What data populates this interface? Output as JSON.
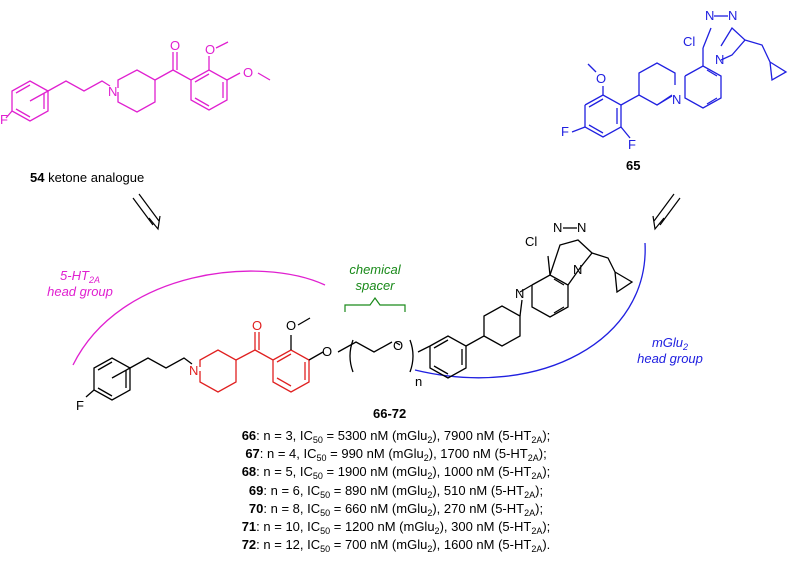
{
  "colors": {
    "ht2a": "#e020d0",
    "mglu2": "#2020e0",
    "spacer": "#1a8a1a",
    "core": "#e02020",
    "black": "#000000"
  },
  "compound54": {
    "number": "54",
    "caption": "ketone analogue"
  },
  "compound65": {
    "number": "65"
  },
  "target": {
    "number": "66-72",
    "n_label": "n"
  },
  "labels": {
    "ht2a_line1": "5-HT",
    "ht2a_sub": "2A",
    "ht2a_line2": "head group",
    "mglu2_line1": "mGlu",
    "mglu2_sub": "2",
    "mglu2_line2": "head group",
    "spacer_line1": "chemical",
    "spacer_line2": "spacer"
  },
  "atoms": {
    "o": "O",
    "n": "N",
    "f": "F",
    "cl": "Cl"
  },
  "results": [
    {
      "cmpd": "66",
      "n": ": n = 3, IC",
      "ic_sub": "50",
      "mglu": " = 5300 nM (mGlu",
      "mglu_sub": "2",
      "ht_pre": "), 7900 nM (5-HT",
      "ht_sub": "2A",
      "end": ");"
    },
    {
      "cmpd": "67",
      "n": ": n = 4, IC",
      "ic_sub": "50",
      "mglu": " = 990 nM (mGlu",
      "mglu_sub": "2",
      "ht_pre": "), 1700 nM (5-HT",
      "ht_sub": "2A",
      "end": ");"
    },
    {
      "cmpd": "68",
      "n": ": n = 5, IC",
      "ic_sub": "50",
      "mglu": " = 1900 nM (mGlu",
      "mglu_sub": "2",
      "ht_pre": "), 1000 nM (5-HT",
      "ht_sub": "2A",
      "end": ");"
    },
    {
      "cmpd": "69",
      "n": ": n = 6, IC",
      "ic_sub": "50",
      "mglu": " = 890 nM (mGlu",
      "mglu_sub": "2",
      "ht_pre": "), 510 nM (5-HT",
      "ht_sub": "2A",
      "end": ");"
    },
    {
      "cmpd": "70",
      "n": ": n = 8, IC",
      "ic_sub": "50",
      "mglu": " = 660 nM (mGlu",
      "mglu_sub": "2",
      "ht_pre": "), 270 nM (5-HT",
      "ht_sub": "2A",
      "end": ");"
    },
    {
      "cmpd": "71",
      "n": ": n = 10, IC",
      "ic_sub": "50",
      "mglu": " = 1200 nM (mGlu",
      "mglu_sub": "2",
      "ht_pre": "), 300 nM (5-HT",
      "ht_sub": "2A",
      "end": ");"
    },
    {
      "cmpd": "72",
      "n": ": n = 12, IC",
      "ic_sub": "50",
      "mglu": " = 700 nM (mGlu",
      "mglu_sub": "2",
      "ht_pre": "), 1600 nM (5-HT",
      "ht_sub": "2A",
      "end": ")."
    }
  ]
}
